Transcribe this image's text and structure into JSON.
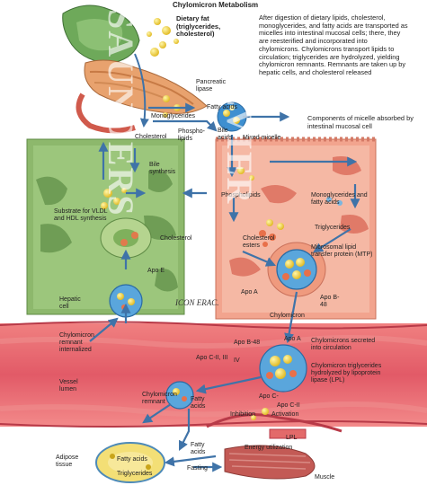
{
  "title": "Chylomicron Metabolism",
  "explanations": {
    "digestion": "After digestion of dietary lipids, cholesterol, monoglycerides, and fatty acids are transported as micelles into intestinal mucosal cells; there, they are reesterified and incorporated into chylomicrons. Chylomicrons transport lipids to circulation; triglycerides are hydrolyzed, yielding chylomicron remnants. Remnants are taken up by hepatic cells, and cholesterol released",
    "micelle": "Components of micelle absorbed by intestinal mucosal cell"
  },
  "labels": {
    "dietary_fat": "Dietary fat",
    "dietary_fat_detail": "(triglycerides, cholesterol)",
    "pancreatic_lipase": "Pancreatic lipase",
    "monoglycerides": "Monoglycerides",
    "fatty_acids_top": "Fatty acids",
    "cholesterol_top": "Cholesterol",
    "phospholipids_top": "Phospho- lipids",
    "bile_acids": "Bile acids",
    "mixed_micelle": "Mixed micelle",
    "bile_synthesis": "Bile synthesis",
    "substrate": "Substrate for VLDL and HDL synthesis",
    "cholesterol_liver": "Cholesterol",
    "apo_e": "Apo E",
    "hepatic_cell": "Hepatic cell",
    "phospholipids_mid": "Phospholipids",
    "monoglycerides_fa": "Monoglycerides and fatty acids",
    "triglycerides": "Triglycerides",
    "cholesterol_esters": "Cholesterol esters",
    "mtp": "Microsomal lipid transfer protein (MTP)",
    "apo_a": "Apo A",
    "apo_b48": "Apo B-48",
    "chylomicron": "Chylomicron",
    "remnant_internalized": "Chylomicron remnant internalized",
    "apo_cii_iii": "Apo C-II, III",
    "apo_b48_2": "Apo B-48",
    "apo_a_2": "Apo A",
    "secreted": "Chylomicrons secreted into circulation",
    "hydrolyzed": "Chylomicron triglycerides hydrolyzed by lipoprotein lipase (LPL)",
    "vessel_lumen": "Vessel lumen",
    "remnant": "Chylomicron remnant",
    "fatty_acids_mid": "Fatty acids",
    "apo_c": "Apo C-",
    "inhibition": "Inhibition",
    "activation": "Activation",
    "apo_cii": "Apo C-II",
    "lpl": "LPL",
    "adipose": "Adipose tissue",
    "fatty_acids_adipose": "Fatty acids",
    "triglycerides_adipose": "Triglycerides",
    "fatty_acids_bottom": "Fatty acids",
    "fasting": "Fasting",
    "energy": "Energy utilization",
    "muscle": "Muscle",
    "apo_iv": "IV"
  },
  "watermarks": [
    "SAUNDERS",
    "ELSEVIER"
  ],
  "signature": "ICON ERAC.",
  "colors": {
    "liver": "#8fb86f",
    "intestine": "#f2a48e",
    "vessel": "#d9495a",
    "adipose_fill": "#f3df76",
    "adipose_outline": "#4d8ab8",
    "arrow": "#4e83b5",
    "lipid": "#f2d23a"
  }
}
